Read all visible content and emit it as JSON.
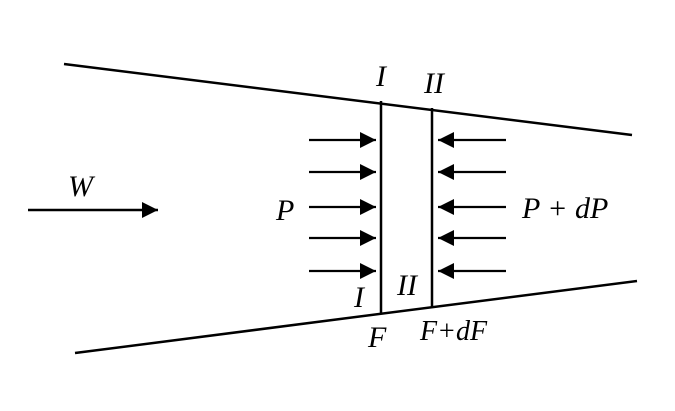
{
  "labels": {
    "flow": "W",
    "section_top_left": "I",
    "section_top_right": "II",
    "section_bottom_left": "I",
    "section_bottom_right": "II",
    "pressure_left": "P",
    "pressure_right": "P + dP",
    "area_left": "F",
    "area_right": "F+dF"
  },
  "arrows": {
    "left_count": 5,
    "right_count": 5
  },
  "colors": {
    "ink": "#000000",
    "background": "#ffffff"
  }
}
